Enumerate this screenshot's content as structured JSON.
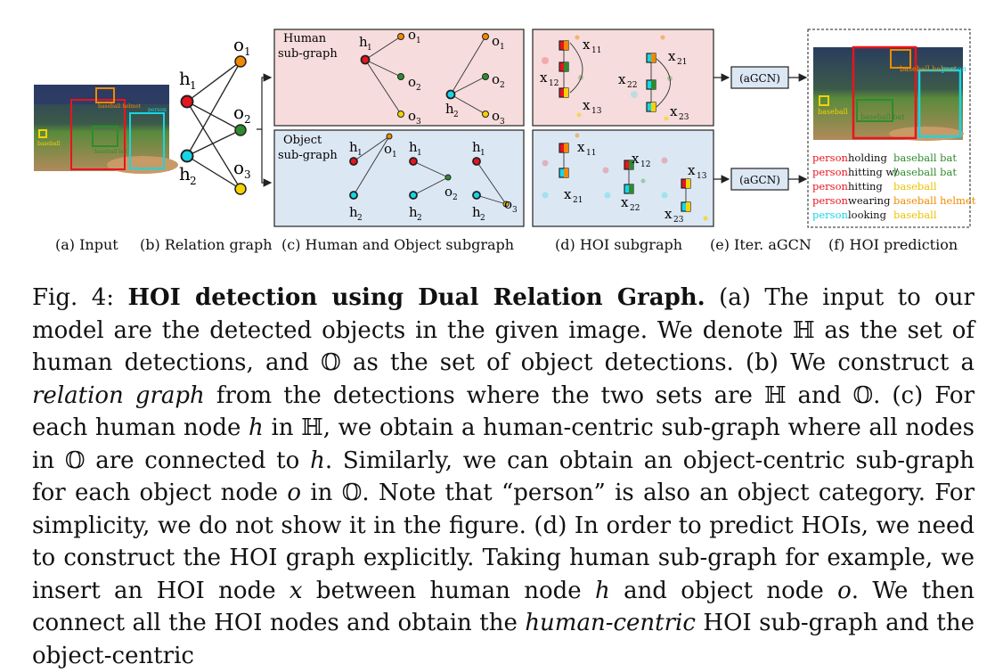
{
  "panels": {
    "a": "(a) Input",
    "b": "(b) Relation graph",
    "c": "(c) Human and Object subgraph",
    "d": "(d) HOI subgraph",
    "e": "(e) Iter. aGCN",
    "f": "(f) HOI prediction"
  },
  "subgraph": {
    "human_title_1": "Human",
    "human_title_2": "sub-graph",
    "object_title_1": "Object",
    "object_title_2": "sub-graph"
  },
  "nodes": {
    "h": "h",
    "o": "o",
    "x": "x",
    "sub1": "1",
    "sub2": "2",
    "sub3": "3",
    "sub11": "11",
    "sub12": "12",
    "sub13": "13",
    "sub21": "21",
    "sub22": "22",
    "sub23": "23"
  },
  "agcn_label": "(aGCN)",
  "input_image_labels": {
    "baseball_helmet": "baseball helmet",
    "person": "person",
    "baseball": "baseball",
    "baseball_bat": "baseball bat"
  },
  "predictions": [
    {
      "subject": "person",
      "verb": "holding",
      "object": "baseball bat",
      "subject_color": "#e8141e",
      "object_color": "#2e8b2e"
    },
    {
      "subject": "person",
      "verb": "hitting w/",
      "object": "baseball bat",
      "subject_color": "#e8141e",
      "object_color": "#2e8b2e"
    },
    {
      "subject": "person",
      "verb": "hitting",
      "object": "baseball",
      "subject_color": "#e8141e",
      "object_color": "#f0c000"
    },
    {
      "subject": "person",
      "verb": "wearing",
      "object": "baseball helmet",
      "subject_color": "#e8141e",
      "object_color": "#f08a00"
    },
    {
      "subject": "person",
      "verb": "looking",
      "object": "baseball",
      "subject_color": "#16d6e6",
      "object_color": "#f0c000"
    }
  ],
  "caption": {
    "fig_label": "Fig. 4:",
    "title": "HOI detection using Dual Relation Graph.",
    "t1": "(a) The input to our model are the detected objects in the given image. We denote ℍ as the set of human detections, and 𝕆 as the set of object detections. (b) We construct a",
    "t2_italic": "relation graph",
    "t3": "from the detections where the two sets are ℍ and 𝕆. (c) For each human node",
    "t4_italic": "h",
    "t5": "in ℍ, we obtain a human-centric sub-graph where all nodes in 𝕆 are connected to",
    "t6_italic": "h",
    "t7": ". Similarly, we can obtain an object-centric sub-graph for each object node",
    "t8_italic": "o",
    "t9": "in 𝕆. Note that “person” is also an object category. For simplicity, we do not show it in the figure. (d) In order to predict HOIs, we need to construct the HOI graph explicitly. Taking human sub-graph for example, we insert an HOI node",
    "t10_italic": "x",
    "t11": "between human node",
    "t12_italic": "h",
    "t13": "and object node",
    "t14_italic": "o",
    "t15": ". We then connect all the HOI nodes and obtain the",
    "t16_italic": "human-centric",
    "t17": "HOI sub-graph and the object-centric"
  },
  "colors": {
    "human_bg": "#f6dcdc",
    "object_bg": "#dce7f4",
    "hoi_bg": "#f6dcdc",
    "hoi_bg_obj": "#dce7f4",
    "h1": "#e8141e",
    "h2": "#16d6e6",
    "o1": "#f08a00",
    "o2": "#2e8b2e",
    "o3": "#f5d300"
  }
}
